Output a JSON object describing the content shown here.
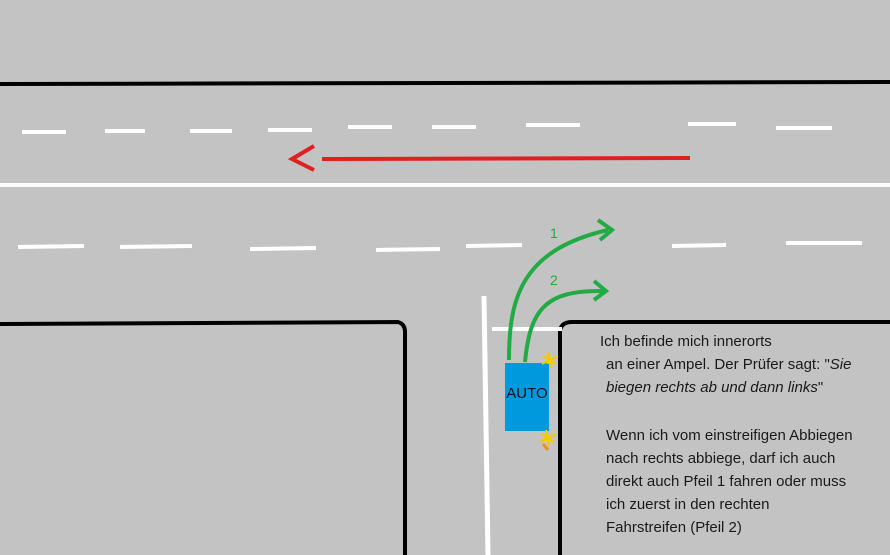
{
  "car": {
    "label": "AUTO",
    "color": "#0099dd"
  },
  "arrows": {
    "red_color": "#e02020",
    "green_color": "#22aa44",
    "arrow_1_label": "1",
    "arrow_2_label": "2"
  },
  "caption": {
    "line1": "Ich befinde mich innerorts",
    "line2_prefix": "an einer Ampel. Der Prüfer sagt: \"",
    "line2_italic": "Sie",
    "line3_italic": "biegen rechts ab und dann links",
    "line3_suffix": "\"",
    "question_lines": [
      "Wenn ich vom einstreifigen Abbiegen",
      "nach rechts abbiege, darf ich auch",
      "direkt auch Pfeil 1 fahren oder muss",
      "ich zuerst in den rechten",
      "Fahrstreifen (Pfeil 2)"
    ]
  },
  "colors": {
    "road": "#c3c3c3",
    "curb": "#000000",
    "marking": "#ffffff",
    "indicator": "#f5d800"
  }
}
